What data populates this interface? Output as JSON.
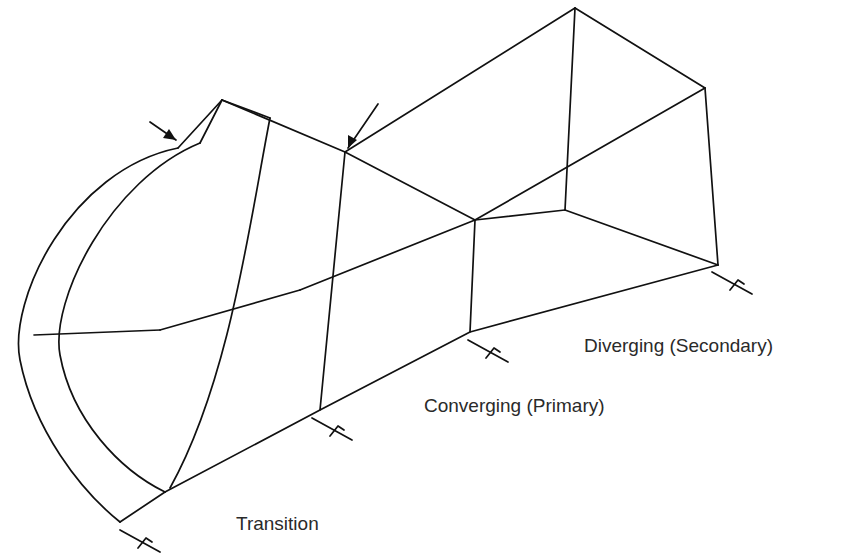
{
  "diagram": {
    "labels": [
      "Transition",
      "Converging (Primary)",
      "Diverging (Secondary)"
    ]
  }
}
